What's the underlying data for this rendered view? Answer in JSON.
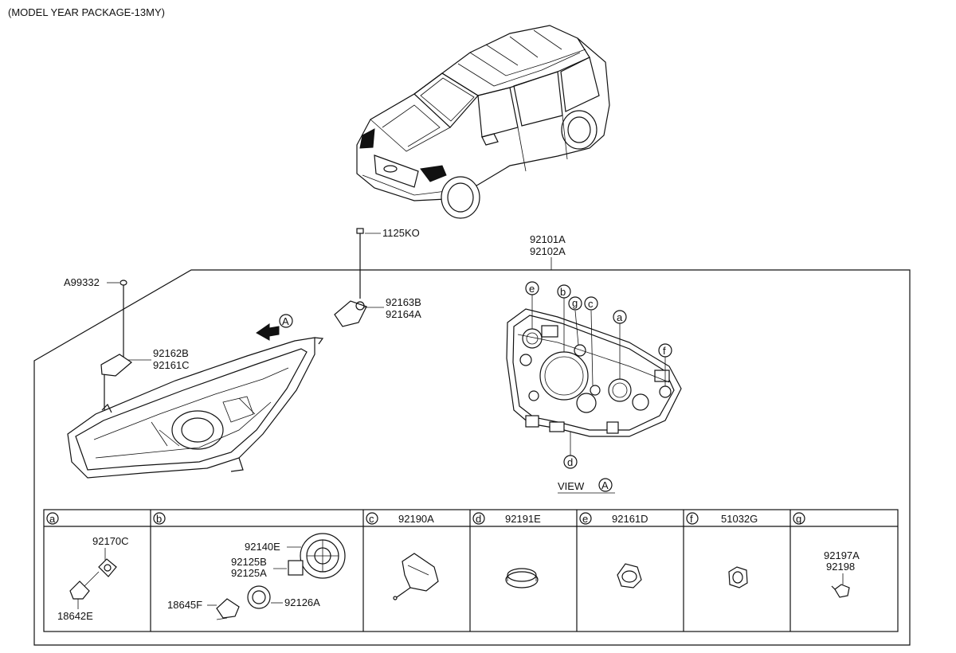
{
  "header": {
    "package_note": "(MODEL YEAR PACKAGE-13MY)"
  },
  "callouts": {
    "bolt_top": "1125KO",
    "assembly_1": "92101A",
    "assembly_2": "92102A",
    "screw": "A99332",
    "bracket_right_1": "92163B",
    "bracket_right_2": "92164A",
    "bracket_left_1": "92162B",
    "bracket_left_2": "92161C",
    "view_label": "VIEW",
    "view_marker": "A",
    "arrow_marker": "A"
  },
  "rear_view_markers": [
    "e",
    "b",
    "g",
    "c",
    "a",
    "f",
    "d"
  ],
  "parts_table": {
    "cells": [
      {
        "letter": "a",
        "part": "",
        "labels": [
          "92170C",
          "18642E"
        ]
      },
      {
        "letter": "b",
        "part": "",
        "labels": [
          "92140E",
          "92125B",
          "92125A",
          "18645F",
          "92126A"
        ]
      },
      {
        "letter": "c",
        "part": "92190A",
        "labels": []
      },
      {
        "letter": "d",
        "part": "92191E",
        "labels": []
      },
      {
        "letter": "e",
        "part": "92161D",
        "labels": []
      },
      {
        "letter": "f",
        "part": "51032G",
        "labels": []
      },
      {
        "letter": "g",
        "part": "",
        "labels": [
          "92197A",
          "92198"
        ]
      }
    ]
  }
}
